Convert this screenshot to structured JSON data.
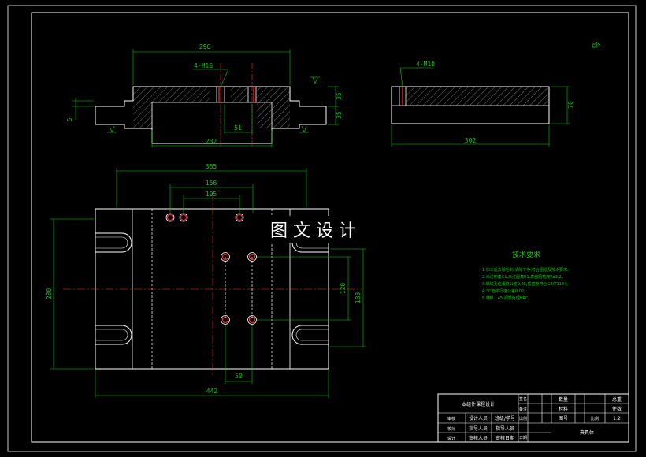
{
  "watermark": "图 文 设 计",
  "front_view": {
    "dims": {
      "overall": "296",
      "thread": "4-M16",
      "base": "232",
      "slot": "51",
      "h_top": "35",
      "h_bot": "35",
      "step": "5"
    }
  },
  "side_view": {
    "dims": {
      "thread": "4-M10",
      "length": "302",
      "height": "70"
    }
  },
  "plan_view": {
    "dims": {
      "w355": "355",
      "w156": "156",
      "w105": "105",
      "w442": "442",
      "w50": "50",
      "h280": "280",
      "h120": "120",
      "h183": "183"
    }
  },
  "tech": {
    "title": "技术要求",
    "items": [
      "1.加工后去除毛刺,清除干净,符合图纸及技术要求。",
      "2.未注倒角C1,未注圆角R1,表面粗糙度Ra3.2。",
      "3.螺纹孔位置度公差0.05,垂直度符合GB/T1184。",
      "4.\"?\"面平行度公差0.02。",
      "5.材料：45,调质处理HRC。"
    ]
  },
  "title_block": {
    "school": "本组件课程设计",
    "designer": "设计人员",
    "student_id": "班级/学号",
    "instructor": "指导人员",
    "instructor2": "指导人员",
    "reviewer": "审核人员",
    "review_date": "审核日期",
    "quantity_label": "数量",
    "material_label": "材料",
    "drawing_no_label": "图号",
    "scale_label": "比例",
    "total_label": "总重",
    "part_label": "件数",
    "scale_value": "1:2",
    "part_name": "夹具体",
    "c1": "审核",
    "c2": "校对",
    "c3": "设计",
    "c4": "日期",
    "s1": "签名",
    "s2": "备注",
    "s3": "比例"
  }
}
